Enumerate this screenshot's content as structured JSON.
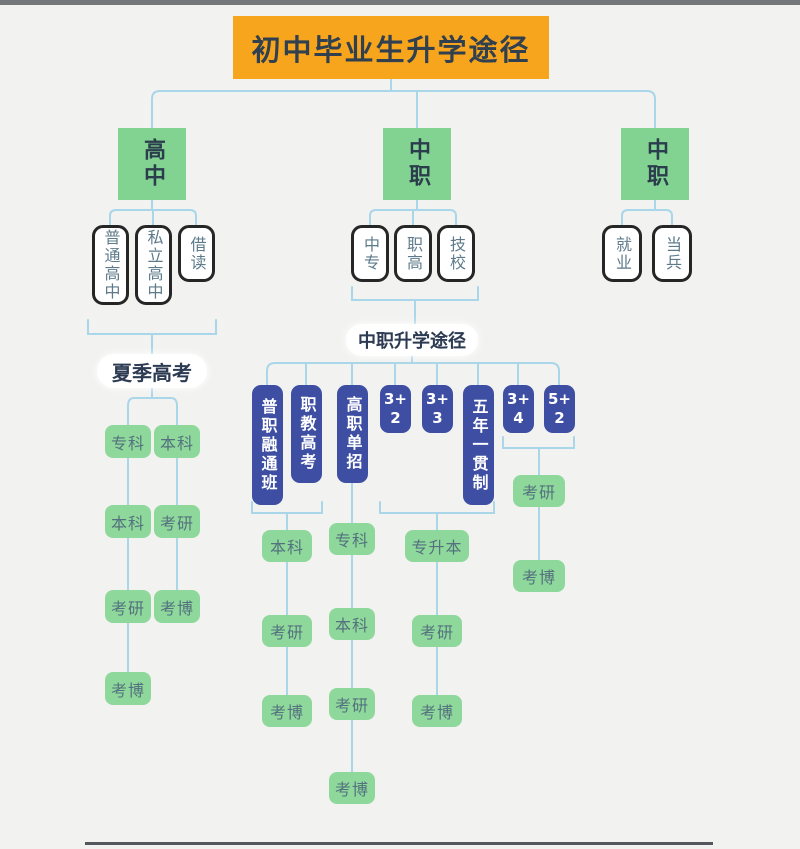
{
  "title": "初中毕业生升学途径",
  "branches": {
    "left": {
      "label": "高中",
      "children": [
        "普通高中",
        "私立高中",
        "借读"
      ]
    },
    "middle": {
      "label": "中职",
      "children": [
        "中专",
        "职高",
        "技校"
      ]
    },
    "right": {
      "label": "中职",
      "children": [
        "就业",
        "当兵"
      ]
    }
  },
  "summer": {
    "label": "夏季高考",
    "col1": [
      "专科",
      "本科",
      "考研",
      "考博"
    ],
    "col2": [
      "本科",
      "考研",
      "考博"
    ]
  },
  "vocational": {
    "label": "中职升学途径",
    "options": [
      "普职融通班",
      "职教高考",
      "高职单招",
      "3+2",
      "3+3",
      "五年一贯制",
      "3+4",
      "5+2"
    ],
    "chain_a": [
      "本科",
      "考研",
      "考博"
    ],
    "chain_b": [
      "专科",
      "本科",
      "考研",
      "考博"
    ],
    "chain_c": [
      "专升本",
      "考研",
      "考博"
    ],
    "chain_d": [
      "考研",
      "考博"
    ]
  },
  "colors": {
    "title_bg": "#F8A51E",
    "branch_green": "#82D291",
    "pill_green": "#8FD89B",
    "option_blue": "#3D4EA3",
    "connector_blue": "#A9D6E8"
  }
}
